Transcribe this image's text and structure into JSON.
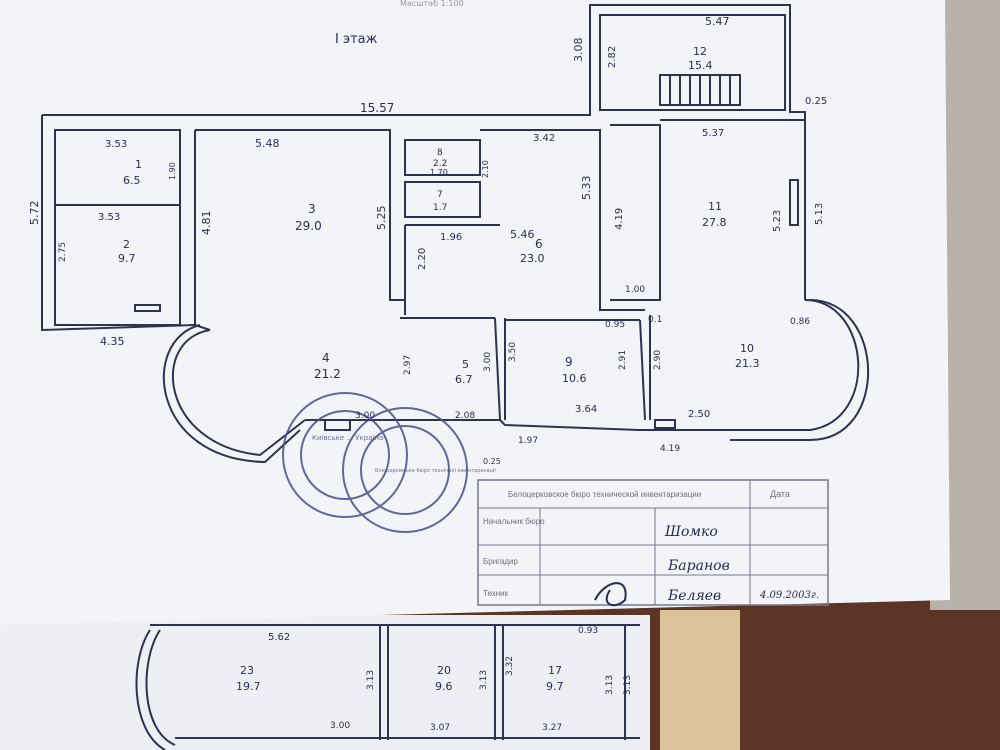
{
  "floor_label": "I этаж",
  "top_fragment": "Масштаб 1:100",
  "dimensions": {
    "total_width": "15.57",
    "left_height": "5.72",
    "left_bottom": "4.35",
    "stair_width": "5.47",
    "stair_height": "3.08",
    "stair_inner": "2.82",
    "offset": "0.25",
    "room3_width": "5.48",
    "room3_height": "4.81",
    "room3_side": "5.25",
    "room6_top": "3.42",
    "room6_side": "5.33",
    "room6_inner": "2.20",
    "room6_bottom": "1.96",
    "room11_width": "5.37",
    "room11_inner": "4.19",
    "room11_side": "5.23",
    "room11_side2": "5.13",
    "col": "1.00",
    "d095": "0.95",
    "d01": "0.1",
    "d086": "0.86",
    "room5_h": "3.00",
    "room5_w": "2.08",
    "room4_h": "2.97",
    "room4_bottom": "3.00",
    "room9_side": "3.50",
    "room9_side2": "2.91",
    "room9_bottom": "3.64",
    "room10_side": "2.90",
    "room10_bottom": "2.50",
    "bottom_197": "1.97",
    "bottom_025": "0.25",
    "bottom_419": "4.19",
    "room1_w": "3.53",
    "room1_h": "1.90",
    "room2_w": "3.53",
    "room2_h": "2.75",
    "room7_w": "1.70",
    "room7_h": "2.10",
    "lower_562": "5.62",
    "lower_093": "0.93",
    "lower_313a": "3.13",
    "lower_313b": "3.13",
    "lower_332": "3.32",
    "lower_313c": "3.13",
    "lower_313d": "3.13",
    "lower_300": "3.00",
    "lower_307": "3.07",
    "lower_327": "3.27"
  },
  "rooms": [
    {
      "no": "1",
      "area": "6.5"
    },
    {
      "no": "2",
      "area": "9.7"
    },
    {
      "no": "3",
      "area": "29.0"
    },
    {
      "no": "4",
      "area": "21.2"
    },
    {
      "no": "5",
      "area": "6.7"
    },
    {
      "no": "6",
      "area": "23.0"
    },
    {
      "no": "7",
      "area": "1.7"
    },
    {
      "no": "8",
      "area": "2.2"
    },
    {
      "no": "9",
      "area": "10.6"
    },
    {
      "no": "10",
      "area": "21.3"
    },
    {
      "no": "11",
      "area": "27.8"
    },
    {
      "no": "12",
      "area": "15.4"
    },
    {
      "no": "23",
      "area": "19.7"
    },
    {
      "no": "20",
      "area": "9.6"
    },
    {
      "no": "17",
      "area": "9.7"
    }
  ],
  "stamp": {
    "text_outer": "Київське ... Україна",
    "text_inner": "Білоцерківське бюро технічної інвентаризації"
  },
  "title_block": {
    "header": "Белоцерковское бюро технической инвентаризации",
    "date_header": "Дата",
    "rows": [
      {
        "role": "Начальник бюро",
        "name": "Шомко",
        "date": ""
      },
      {
        "role": "Бригадир",
        "name": "Баранов",
        "date": ""
      },
      {
        "role": "Техник",
        "name": "Беляев",
        "date": "4.09.2003г."
      }
    ]
  },
  "colors": {
    "paper": "#f3f4f8",
    "ink": "#2a2d52",
    "background": "#5a3525",
    "wood": "#dcc29a",
    "stamp": "#4a4e8a"
  }
}
